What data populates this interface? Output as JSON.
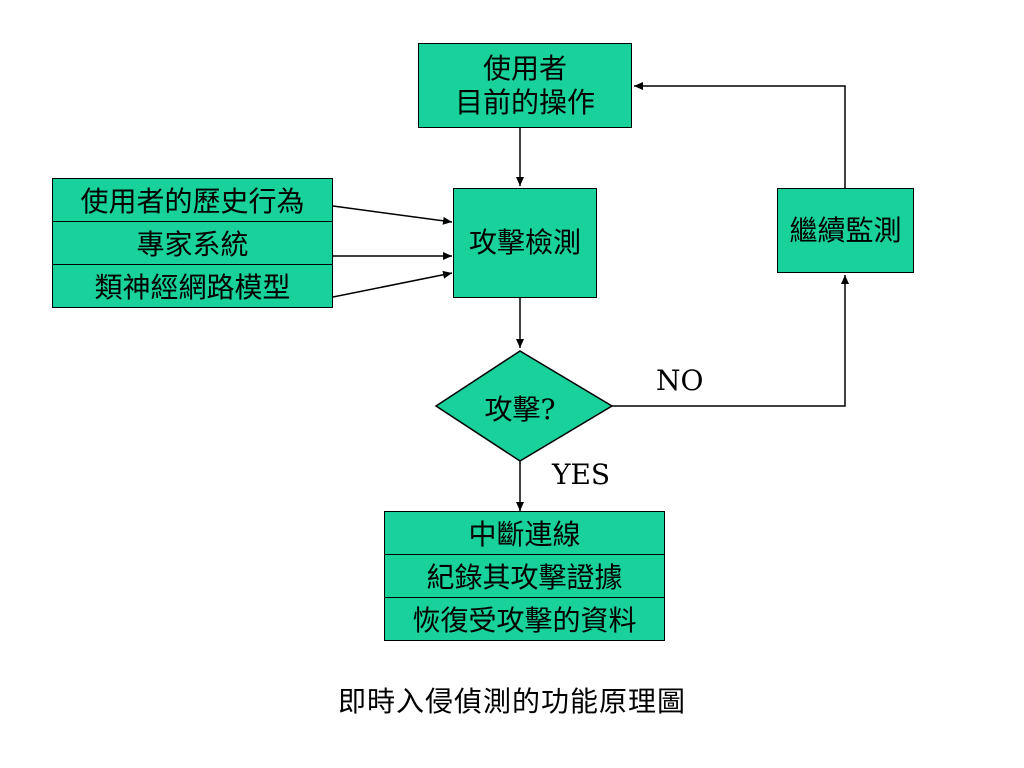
{
  "nodes": {
    "user_current": {
      "line1": "使用者",
      "line2": "目前的操作"
    },
    "attack_detect": "攻擊檢測",
    "continue_monitor": "繼續監測",
    "decision": "攻擊?",
    "inputs": [
      "使用者的歷史行為",
      "專家系統",
      "類神經網路模型"
    ],
    "actions": [
      "中斷連線",
      "紀錄其攻擊證據",
      "恢復受攻擊的資料"
    ]
  },
  "edges": {
    "no_label": "NO",
    "yes_label": "YES"
  },
  "caption": "即時入侵偵測的功能原理圖",
  "colors": {
    "fill": "#19d19a",
    "stroke": "#000000"
  }
}
